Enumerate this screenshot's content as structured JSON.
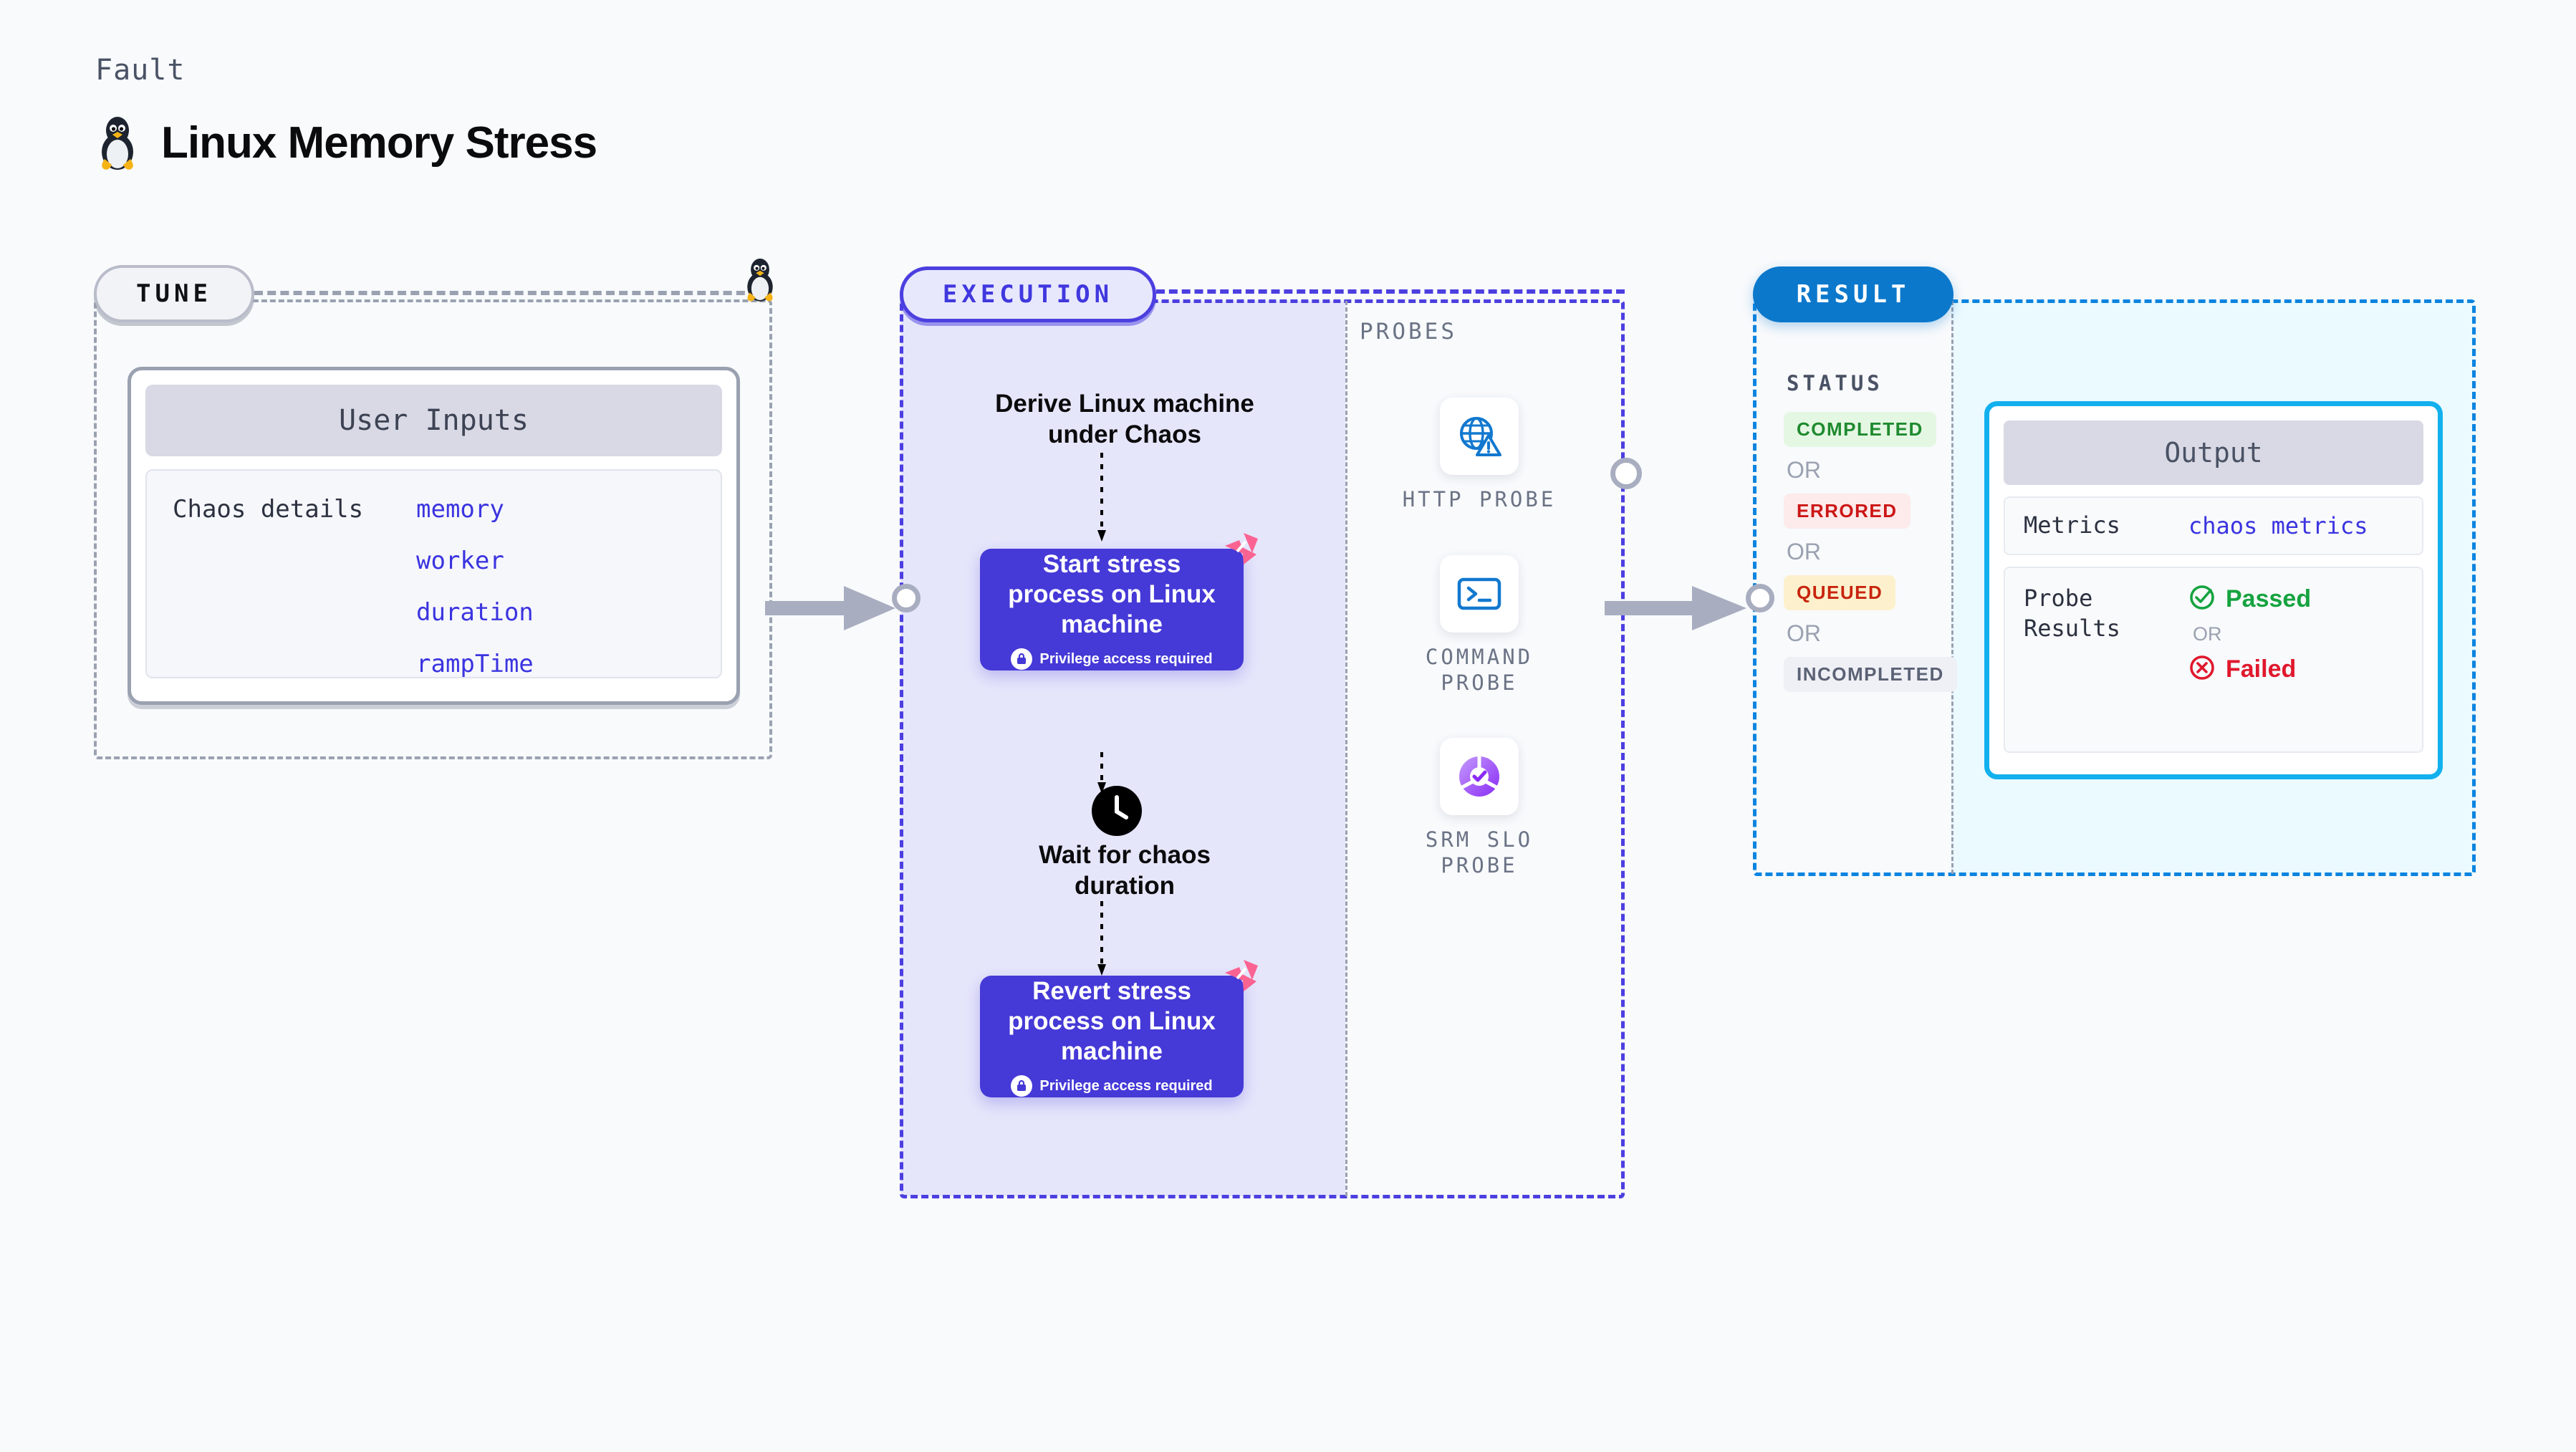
{
  "header": {
    "eyebrow": "Fault",
    "title": "Linux Memory Stress",
    "icon": "linux-tux-icon"
  },
  "tune": {
    "pill_label": "TUNE",
    "icon": "linux-tux-icon",
    "user_inputs": {
      "heading": "User Inputs",
      "row_label": "Chaos details",
      "values": [
        "memory",
        "worker",
        "duration",
        "rampTime"
      ]
    }
  },
  "execution": {
    "pill_label": "EXECUTION",
    "steps": [
      {
        "kind": "text",
        "label": "Derive Linux machine under Chaos"
      },
      {
        "kind": "box",
        "label": "Start stress process on Linux machine",
        "note": "Privilege access required",
        "badge": "harness-logo-icon",
        "lock": "lock-icon"
      },
      {
        "kind": "text",
        "label": "Wait for chaos duration",
        "icon": "clock-icon"
      },
      {
        "kind": "box",
        "label": "Revert stress process on Linux machine",
        "note": "Privilege access required",
        "badge": "harness-logo-icon",
        "lock": "lock-icon"
      }
    ]
  },
  "probes": {
    "section_label": "PROBES",
    "items": [
      {
        "label": "HTTP PROBE",
        "icon": "globe-warning-icon"
      },
      {
        "label": "COMMAND PROBE",
        "icon": "terminal-prompt-icon"
      },
      {
        "label": "SRM SLO PROBE",
        "icon": "slo-check-icon"
      }
    ]
  },
  "result": {
    "pill_label": "RESULT",
    "status_label": "STATUS",
    "or_label": "OR",
    "statuses": [
      {
        "label": "COMPLETED",
        "fg": "#1f8a2f",
        "bg": "#e4f7e3"
      },
      {
        "label": "ERRORED",
        "fg": "#cc1616",
        "bg": "#fdeaea"
      },
      {
        "label": "QUEUED",
        "fg": "#c8250f",
        "bg": "#fdf1cd"
      },
      {
        "label": "INCOMPLETED",
        "fg": "#5b6275",
        "bg": "#eff0f6"
      }
    ],
    "output": {
      "heading": "Output",
      "metrics_key": "Metrics",
      "metrics_value": "chaos metrics",
      "probe_key": "Probe Results",
      "passed_label": "Passed",
      "failed_label": "Failed",
      "or_label": "OR"
    }
  },
  "colors": {
    "execution_accent": "#4c3fe0",
    "result_accent": "#0b84e0",
    "output_border": "#13b0ee",
    "harness_pink": "#fa6392",
    "input_value": "#3b34e0"
  }
}
